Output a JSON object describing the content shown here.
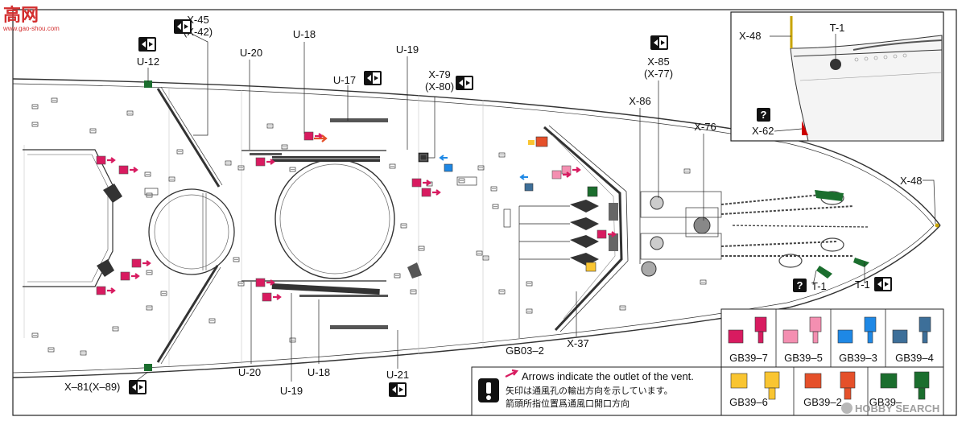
{
  "labels": {
    "x45": "X-45",
    "x42": "(X-42)",
    "u12": "U-12",
    "u20_top": "U-20",
    "u18_top": "U-18",
    "u19_top": "U-19",
    "u17": "U-17",
    "x79": "X-79",
    "x80": "(X-80)",
    "x85": "X-85",
    "x77": "(X-77)",
    "x86": "X-86",
    "x76": "X-76",
    "x48_right": "X-48",
    "t1_left": "T-1",
    "t1_right": "T-1",
    "x37": "X-37",
    "gb03_2": "GB03–2",
    "u21": "U-21",
    "u18_bottom": "U-18",
    "u20_bottom": "U-20",
    "u19_bottom": "U-19",
    "x81": "X–81(X–89)",
    "inset_x48": "X-48",
    "inset_t1": "T-1",
    "inset_x62": "X-62"
  },
  "legend": {
    "items": [
      {
        "code": "GB39–7",
        "color": "#d81b60"
      },
      {
        "code": "GB39–5",
        "color": "#f48fb1"
      },
      {
        "code": "GB39–3",
        "color": "#1e88e5"
      },
      {
        "code": "GB39–4",
        "color": "#3d6f99"
      },
      {
        "code": "GB39–6",
        "color": "#f9c531"
      },
      {
        "code": "GB39–2",
        "color": "#e5502a"
      },
      {
        "code": "GB39–",
        "color": "#1b6e2e"
      }
    ]
  },
  "note": {
    "english": "Arrows indicate the outlet of the vent.",
    "japanese": "矢印は通風孔の輸出方向を示しています。",
    "chinese": "箭頭所指位置爲通風口開口方向"
  },
  "watermark": {
    "top_left": "高网",
    "top_left_url": "www.gao-shou.com",
    "bottom_right": "HOBBY SEARCH"
  },
  "colors": {
    "pink": "#d81b60",
    "light_pink": "#f48fb1",
    "blue": "#1e88e5",
    "steel_blue": "#3d6f99",
    "yellow": "#f9c531",
    "orange": "#e5502a",
    "green": "#1b6e2e",
    "gold": "#c8a400",
    "red_mark": "#cc0000"
  },
  "icons": {
    "reverse": "reverse-side-icon",
    "question": "question-mark-icon",
    "caution": "exclamation-icon"
  }
}
